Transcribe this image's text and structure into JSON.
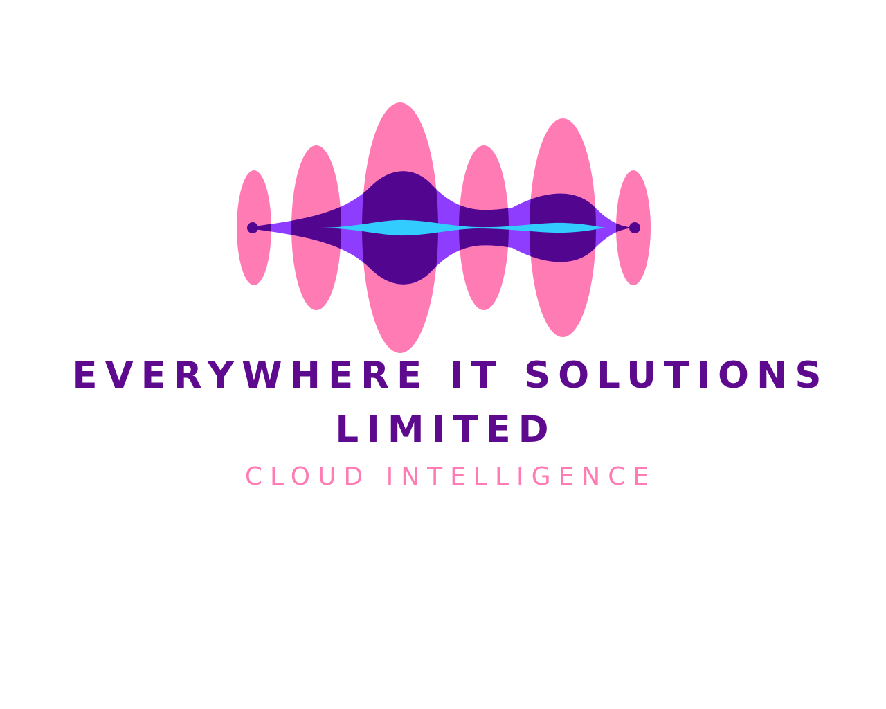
{
  "logo": {
    "icon": "sound-wave-icon",
    "colors": {
      "ellipse": "#ff7bb3",
      "wave_outer": "#8e3dff",
      "wave_inner": "#52068f",
      "wave_core": "#33ccff"
    }
  },
  "company": {
    "name_line_1": "EVERYWHERE IT SOLUTIONS",
    "name_line_2": "LIMITED",
    "color": "#5e0a8e"
  },
  "tagline": {
    "text": "CLOUD INTELLIGENCE",
    "color": "#ff7bb3"
  }
}
